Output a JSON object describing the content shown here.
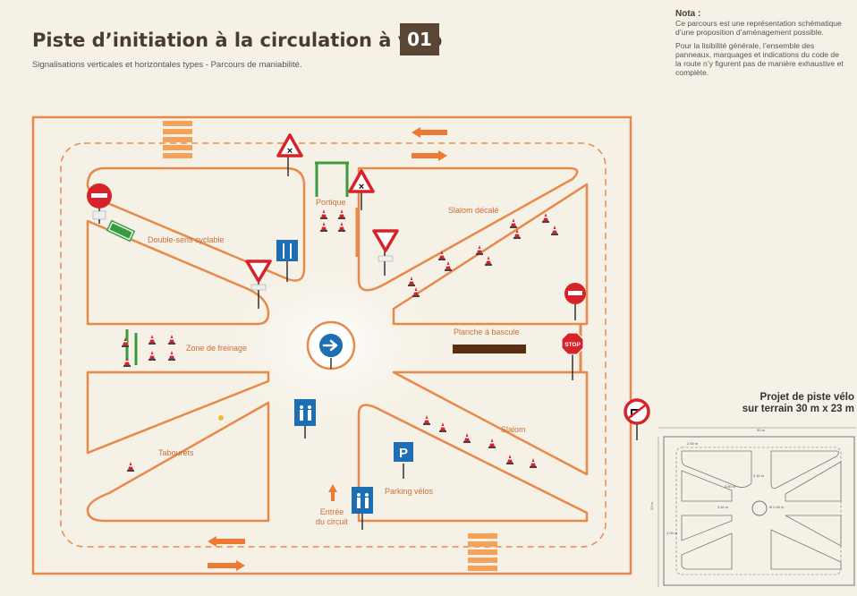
{
  "header": {
    "title": "Piste d’initiation à la circulation à vélo",
    "number": "01",
    "subtitle": "Signalisations verticales et horizontales types - Parcours de maniabilité."
  },
  "nota": {
    "title": "Nota :",
    "p1": "Ce parcours est une représentation schématique d’une proposition d’aménagement possible.",
    "p2": "Pour la lisibilité générale, l’ensemble des panneaux, marquages et indications du code de la route n’y figurent pas de manière exhaustive et complète."
  },
  "map": {
    "labels": {
      "portique": "Portique",
      "slalom_decale": "Slalom décalé",
      "double_sens": "Double-sens cyclable",
      "planche": "Planche à bascule",
      "zone_freinage": "Zone de freinage",
      "tabourets": "Tabourets",
      "slalom": "Slalom",
      "parking": "Parking vélos",
      "entree_1": "Entrée",
      "entree_2": "du circuit"
    },
    "sign_letters": {
      "stop": "STOP",
      "parking": "P"
    }
  },
  "project": {
    "line1": "Projet de piste vélo",
    "line2": "sur terrain 30 m x 23 m",
    "dims": {
      "width": "30 m",
      "height": "23 m",
      "d1": "2,00 m",
      "d2": "2,00 m",
      "d3": "3,50 m",
      "d4": "2,40 m",
      "d5": "Ø 2,40 m",
      "d6": "3,40 m"
    }
  },
  "colors": {
    "orange": "#e8894a",
    "background": "#f6f1e6",
    "brown": "#5b4534",
    "blue": "#1c6fb5",
    "red": "#d6232a"
  }
}
